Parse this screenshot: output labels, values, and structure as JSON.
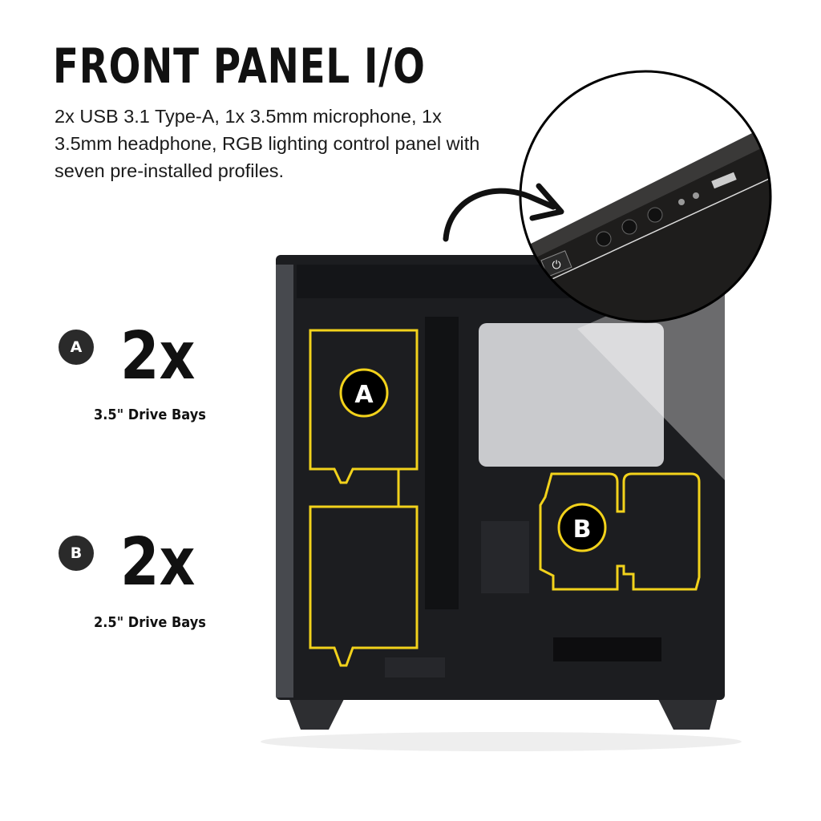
{
  "header": {
    "title": "FRONT PANEL I/O",
    "description": "2x USB 3.1 Type-A, 1x 3.5mm microphone, 1x 3.5mm headphone, RGB lighting control panel with seven pre-installed profiles."
  },
  "features": [
    {
      "badge": "A",
      "count": "2x",
      "label": "3.5\" Drive Bays"
    },
    {
      "badge": "B",
      "count": "2x",
      "label": "2.5\" Drive Bays"
    }
  ],
  "colors": {
    "highlight": "#f2d21b",
    "case": "#1c1d20",
    "badge": "#2a2a2a"
  },
  "icons": [
    "power-icon",
    "curved-arrow-icon"
  ]
}
